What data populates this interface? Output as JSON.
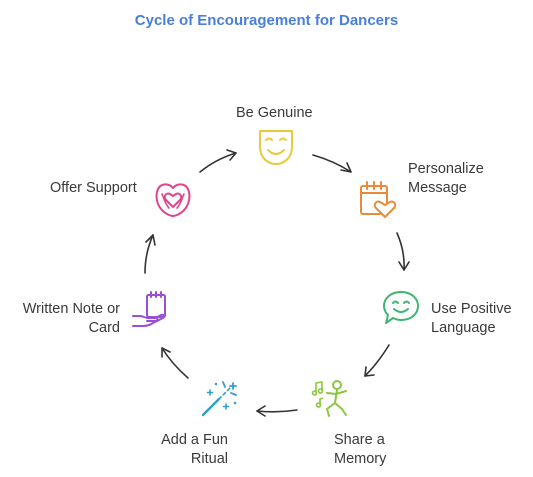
{
  "title": "Cycle of Encouragement for Dancers",
  "steps": [
    {
      "label": "Be Genuine",
      "icon": "smiling-mask-icon",
      "color": "#e8c93b"
    },
    {
      "label": "Personalize\nMessage",
      "icon": "calendar-heart-icon",
      "color": "#e88a3a"
    },
    {
      "label": "Use Positive\nLanguage",
      "icon": "smiling-speech-bubble-icon",
      "color": "#3fb573"
    },
    {
      "label": "Share a\nMemory",
      "icon": "dancing-person-icon",
      "color": "#8cc63e"
    },
    {
      "label": "Add a Fun\nRitual",
      "icon": "sparkler-icon",
      "color": "#2f9fd0"
    },
    {
      "label": "Written Note or\nCard",
      "icon": "hand-holding-note-icon",
      "color": "#9b4fd4"
    },
    {
      "label": "Offer Support",
      "icon": "hands-holding-heart-icon",
      "color": "#e0448a"
    }
  ],
  "arrow_color": "#333333"
}
